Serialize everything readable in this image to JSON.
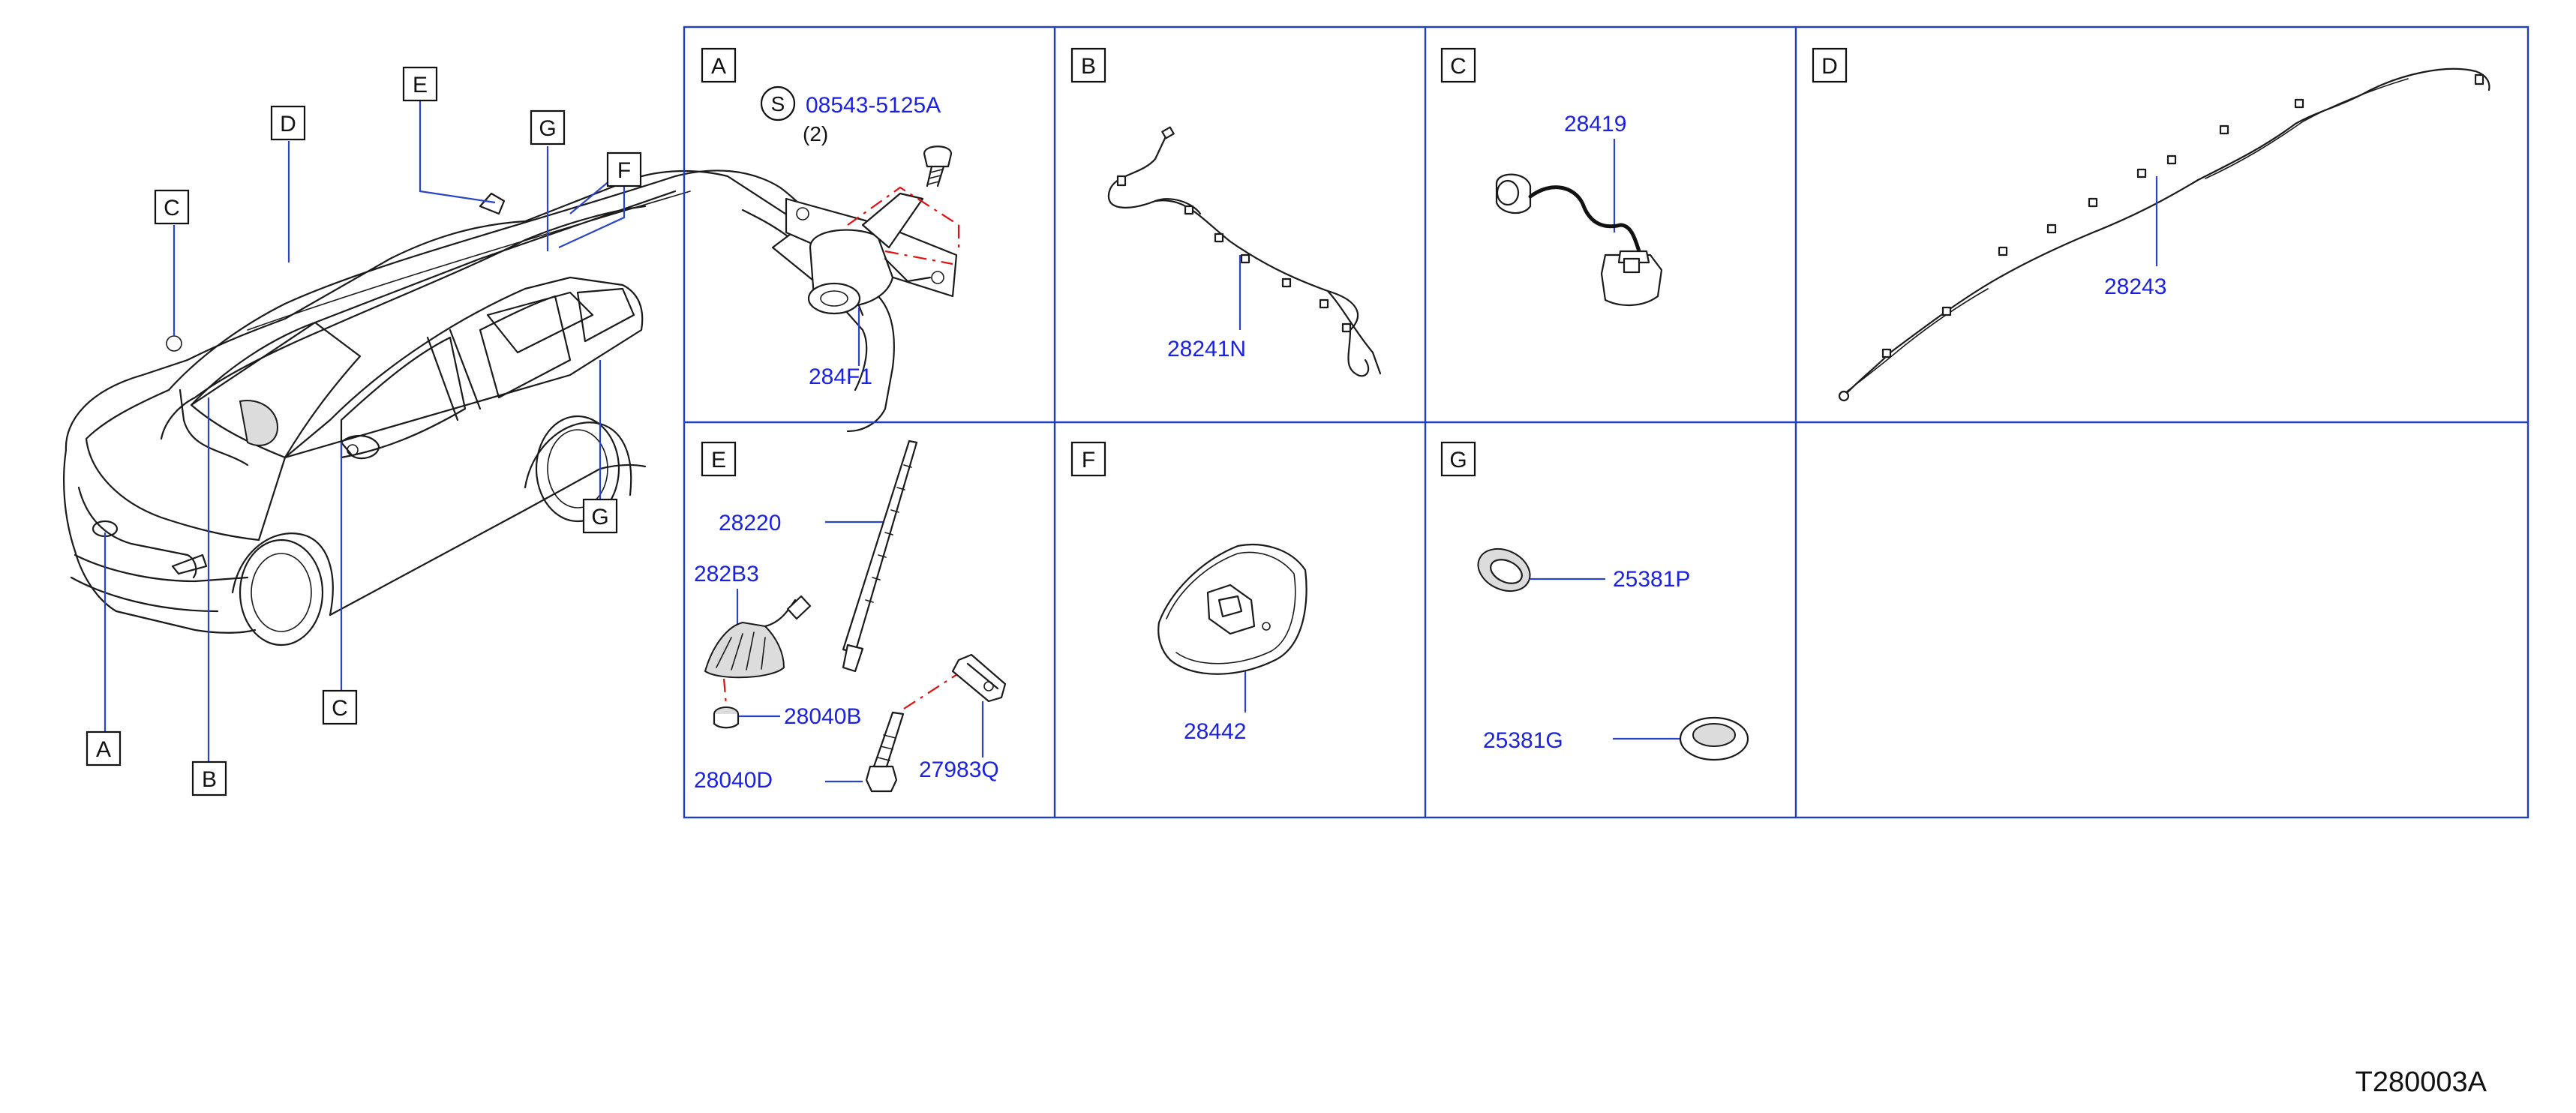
{
  "diagram_code": "T280003A",
  "overview": {
    "callouts": [
      "A",
      "B",
      "C",
      "C",
      "D",
      "E",
      "F",
      "G",
      "G"
    ]
  },
  "panels": {
    "A": {
      "tag": "A",
      "screw_symbol": "S",
      "screw_part": "08543-5125A",
      "screw_qty": "(2)",
      "part": "284F1"
    },
    "B": {
      "tag": "B",
      "part": "28241N"
    },
    "C": {
      "tag": "C",
      "part": "28419"
    },
    "D": {
      "tag": "D",
      "part": "28243"
    },
    "E": {
      "tag": "E",
      "rod": "28220",
      "base": "282B3",
      "nut": "28040B",
      "bolt": "28040D",
      "bracket": "27983Q"
    },
    "F": {
      "tag": "F",
      "part": "28442"
    },
    "G": {
      "tag": "G",
      "grommet1": "25381P",
      "grommet2": "25381G"
    }
  },
  "colors": {
    "part_number": "#1a22e0",
    "grid_line": "#1f3fbf",
    "leader": "#2a44c8",
    "dash_line": "#e01010"
  }
}
